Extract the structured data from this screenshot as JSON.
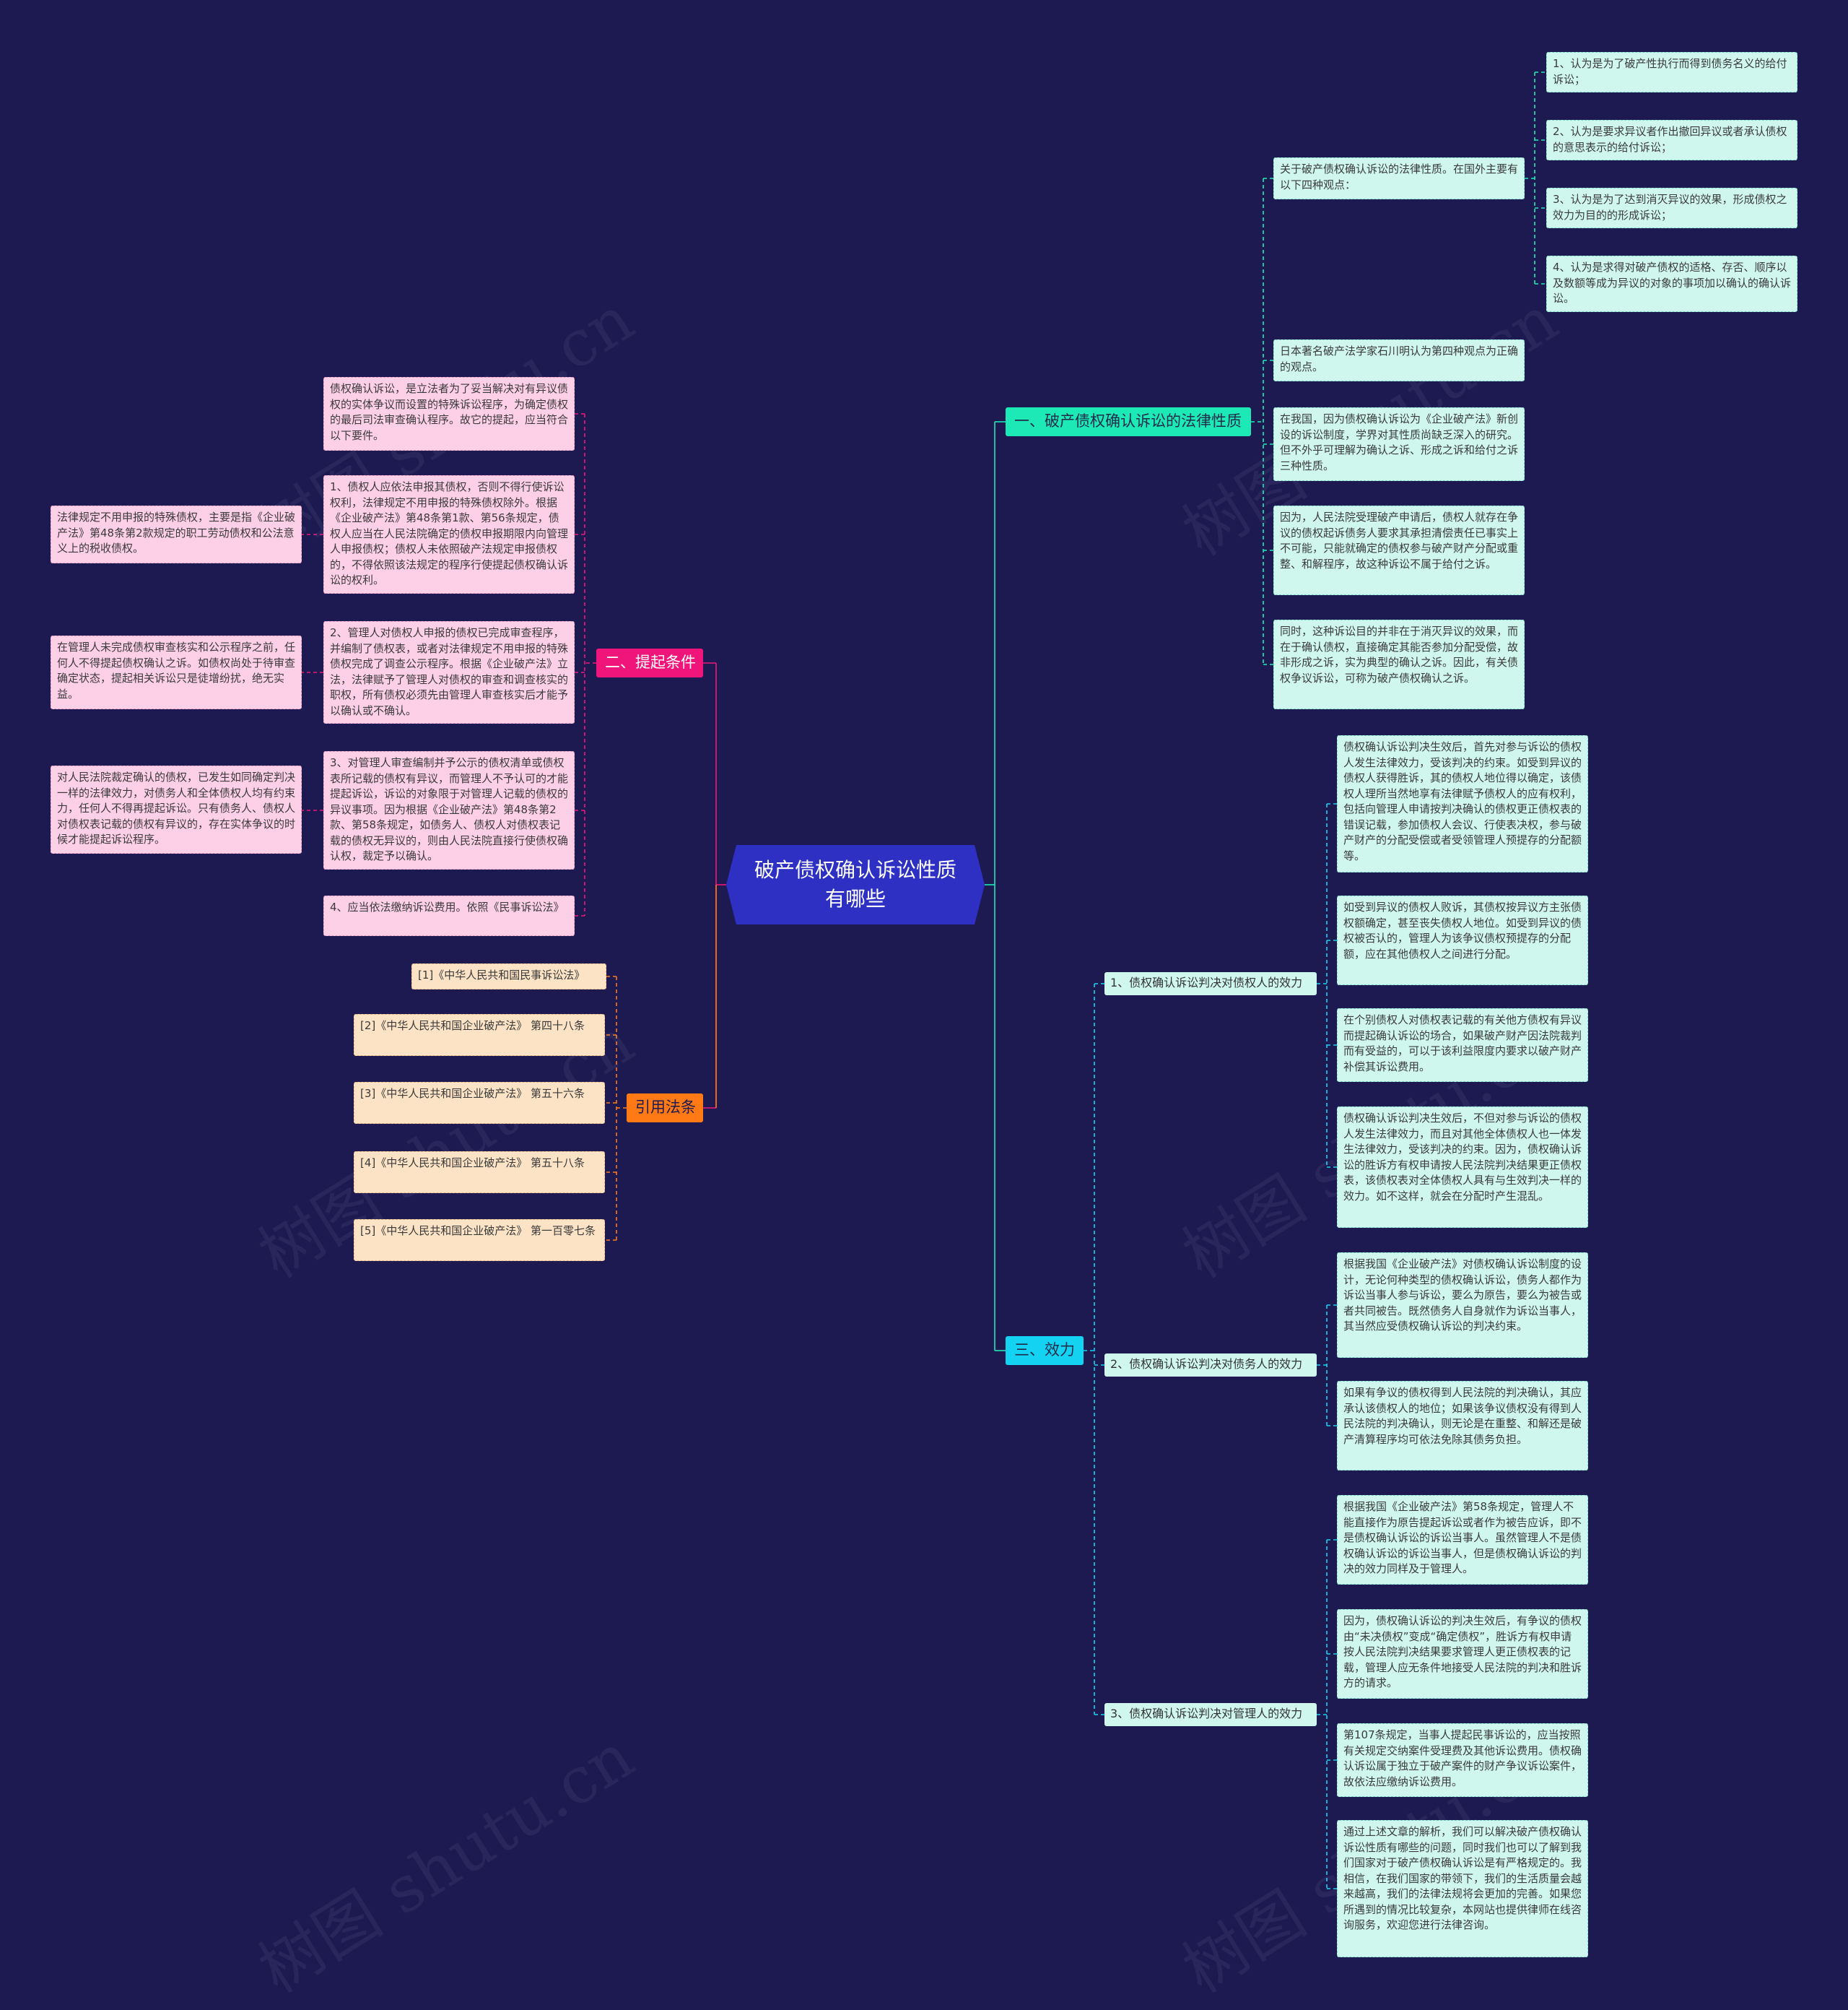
{
  "root": {
    "title": "破产债权确认诉讼性质有哪些"
  },
  "watermark": "树图 shutu.cn",
  "branches": {
    "nature": {
      "label": "一、破产债权确认诉讼的法律性质",
      "color": "#1de9b6",
      "intro": "关于破产债权确认诉讼的法律性质。在国外主要有以下四种观点：",
      "views": [
        "1、认为是为了破产性执行而得到债务名义的给付诉讼；",
        "2、认为是要求异议者作出撤回异议或者承认债权的意思表示的给付诉讼；",
        "3、认为是为了达到消灭异议的效果，形成债权之效力为目的的形成诉讼；",
        "4、认为是求得对破产债权的适格、存否、顺序以及数额等成为异议的对象的事项加以确认的确认诉讼。"
      ],
      "notes": [
        "日本著名破产法学家石川明认为第四种观点为正确的观点。",
        "在我国，因为债权确认诉讼为《企业破产法》新创设的诉讼制度，学界对其性质尚缺乏深入的研究。但不外乎可理解为确认之诉、形成之诉和给付之诉三种性质。",
        "因为，人民法院受理破产申请后，债权人就存在争议的债权起诉债务人要求其承担清偿责任已事实上不可能，只能就确定的债权参与破产财产分配或重整、和解程序，故这种诉讼不属于给付之诉。",
        "同时，这种诉讼目的并非在于消灭异议的效果，而在于确认债权，直接确定其能否参加分配受偿，故非形成之诉，实为典型的确认之诉。因此，有关债权争议诉讼，可称为破产债权确认之诉。"
      ]
    },
    "conditions": {
      "label": "二、提起条件",
      "color": "#f0157a",
      "items": [
        "债权确认诉讼，是立法者为了妥当解决对有异议债权的实体争议而设置的特殊诉讼程序，为确定债权的最后司法审查确认程序。故它的提起，应当符合以下要件。",
        "1、债权人应依法申报其债权，否则不得行使诉讼权利，法律规定不用申报的特殊债权除外。根据《企业破产法》第48条第1款、第56条规定，债权人应当在人民法院确定的债权申报期限内向管理人申报债权；债权人未依照破产法规定申报债权的，不得依照该法规定的程序行使提起债权确认诉讼的权利。",
        "2、管理人对债权人申报的债权已完成审查程序，并编制了债权表，或者对法律规定不用申报的特殊债权完成了调查公示程序。根据《企业破产法》立法，法律赋予了管理人对债权的审查和调查核实的职权，所有债权必须先由管理人审查核实后才能予以确认或不确认。",
        "3、对管理人审查编制并予公示的债权清单或债权表所记载的债权有异议，而管理人不予认可的才能提起诉讼，诉讼的对象限于对管理人记载的债权的异议事项。因为根据《企业破产法》第48条第2款、第58条规定，如债务人、债权人对债权表记载的债权无异议的，则由人民法院直接行使债权确认权，裁定予以确认。",
        "4、应当依法缴纳诉讼费用。依照《民事诉讼法》"
      ],
      "side_notes": [
        "法律规定不用申报的特殊债权，主要是指《企业破产法》第48条第2款规定的职工劳动债权和公法意义上的税收债权。",
        "在管理人未完成债权审查核实和公示程序之前，任何人不得提起债权确认之诉。如债权尚处于待审查确定状态，提起相关诉讼只是徒增纷扰，绝无实益。",
        "对人民法院裁定确认的债权，已发生如同确定判决一样的法律效力，对债务人和全体债权人均有约束力，任何人不得再提起诉讼。只有债务人、债权人对债权表记载的债权有异议的，存在实体争议的时候才能提起诉讼程序。"
      ]
    },
    "laws": {
      "label": "引用法条",
      "color": "#ff7a14",
      "items": [
        "[1]《中华人民共和国民事诉讼法》",
        "[2]《中华人民共和国企业破产法》 第四十八条",
        "[3]《中华人民共和国企业破产法》 第五十六条",
        "[4]《中华人民共和国企业破产法》 第五十八条",
        "[5]《中华人民共和国企业破产法》 第一百零七条"
      ]
    },
    "effect": {
      "label": "三、效力",
      "color": "#14d2f2",
      "groups": [
        {
          "label": "1、债权确认诉讼判决对债权人的效力",
          "items": [
            "债权确认诉讼判决生效后，首先对参与诉讼的债权人发生法律效力，受该判决的约束。如受到异议的债权人获得胜诉，其的债权人地位得以确定，该债权人理所当然地享有法律赋予债权人的应有权利，包括向管理人申请按判决确认的债权更正债权表的错误记载，参加债权人会议、行使表决权，参与破产财产的分配受偿或者受领管理人预提存的分配额等。",
            "如受到异议的债权人败诉，其债权按异议方主张债权额确定，甚至丧失债权人地位。如受到异议的债权被否认的，管理人为该争议债权预提存的分配额，应在其他债权人之间进行分配。",
            "在个别债权人对债权表记载的有关他方债权有异议而提起确认诉讼的场合，如果破产财产因法院裁判而有受益的，可以于该利益限度内要求以破产财产补偿其诉讼费用。",
            "债权确认诉讼判决生效后，不但对参与诉讼的债权人发生法律效力，而且对其他全体债权人也一体发生法律效力，受该判决的约束。因为，债权确认诉讼的胜诉方有权申请按人民法院判决结果更正债权表，该债权表对全体债权人具有与生效判决一样的效力。如不这样，就会在分配时产生混乱。"
          ]
        },
        {
          "label": "2、债权确认诉讼判决对债务人的效力",
          "items": [
            "根据我国《企业破产法》对债权确认诉讼制度的设计，无论何种类型的债权确认诉讼，债务人都作为诉讼当事人参与诉讼，要么为原告，要么为被告或者共同被告。既然债务人自身就作为诉讼当事人，其当然应受债权确认诉讼的判决约束。",
            "如果有争议的债权得到人民法院的判决确认，其应承认该债权人的地位；如果该争议债权没有得到人民法院的判决确认，则无论是在重整、和解还是破产清算程序均可依法免除其债务负担。"
          ]
        },
        {
          "label": "3、债权确认诉讼判决对管理人的效力",
          "items": [
            "根据我国《企业破产法》第58条规定，管理人不能直接作为原告提起诉讼或者作为被告应诉，即不是债权确认诉讼的诉讼当事人。虽然管理人不是债权确认诉讼的诉讼当事人，但是债权确认诉讼的判决的效力同样及于管理人。",
            "因为，债权确认诉讼的判决生效后，有争议的债权由“未决债权”变成“确定债权”，胜诉方有权申请按人民法院判决结果要求管理人更正债权表的记载，管理人应无条件地接受人民法院的判决和胜诉方的请求。",
            "第107条规定，当事人提起民事诉讼的，应当按照有关规定交纳案件受理费及其他诉讼费用。债权确认诉讼属于独立于破产案件的财产争议诉讼案件，故依法应缴纳诉讼费用。",
            "通过上述文章的解析，我们可以解决破产债权确认诉讼性质有哪些的问题，同时我们也可以了解到我们国家对于破产债权确认诉讼是有严格规定的。我相信，在我们国家的带领下，我们的生活质量会越来越高，我们的法律法规将会更加的完善。如果您所遇到的情况比较复杂，本网站也提供律师在线咨询服务，欢迎您进行法律咨询。"
          ]
        }
      ]
    }
  }
}
